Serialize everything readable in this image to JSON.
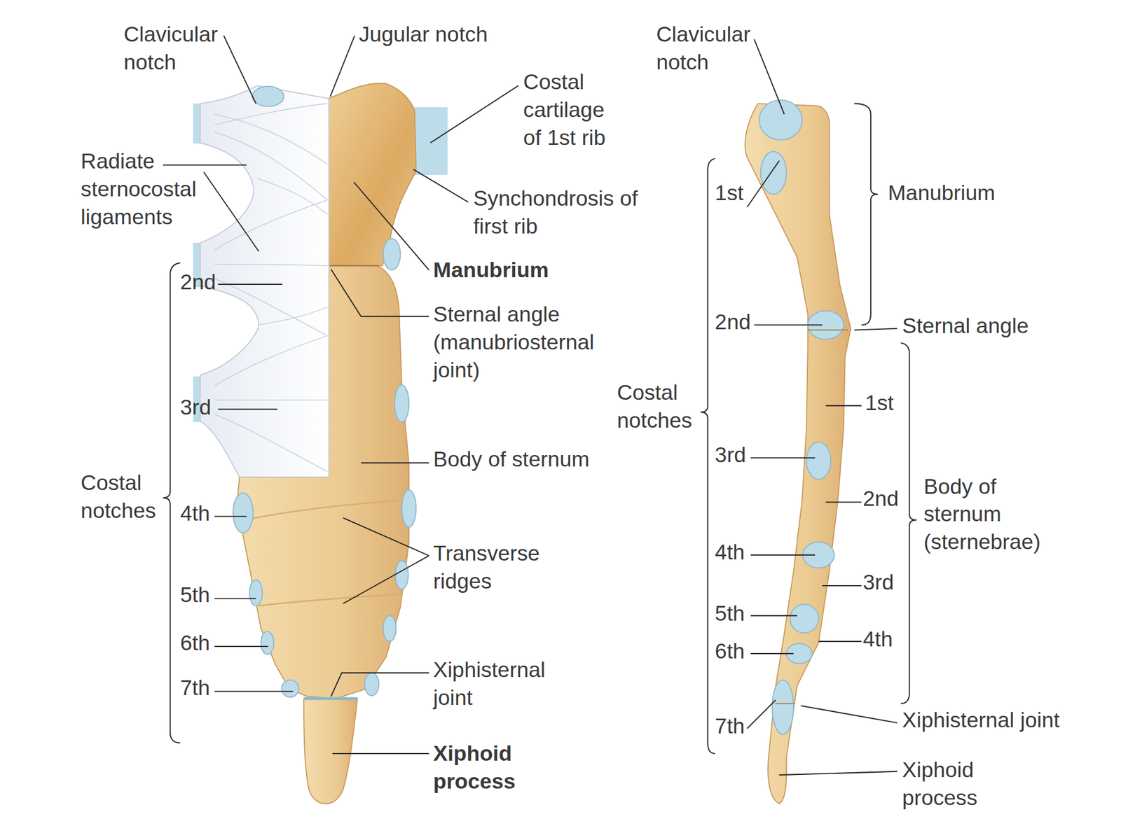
{
  "diagram": {
    "labels": [
      "Clavicular notch",
      "Jugular notch",
      "Clavicular notch",
      "Costal cartilage of 1st rib",
      "Radiate sternocostal ligaments",
      "Synchondrosis of first rib",
      "1st",
      "Manubrium",
      "Manubrium",
      "2nd",
      "2nd",
      "Sternal angle (manubriosternal joint)",
      "Sternal angle",
      "Costal notches",
      "1st",
      "3rd",
      "3rd",
      "Body of sternum",
      "Costal notches",
      "Body of sternum (sternebrae)",
      "2nd",
      "4th",
      "4th",
      "Transverse ridges",
      "3rd",
      "5th",
      "5th",
      "4th",
      "6th",
      "6th",
      "Xiphisternal joint",
      "7th",
      "Xiphisternal joint",
      "7th",
      "Xiphoid process",
      "Xiphoid process"
    ]
  }
}
